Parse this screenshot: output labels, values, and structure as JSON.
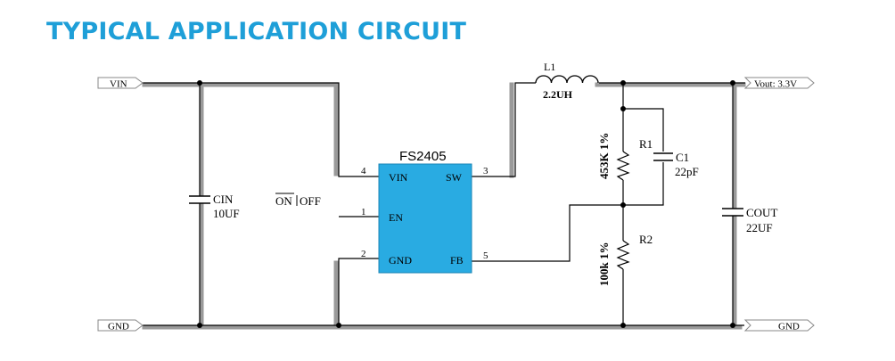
{
  "title": "TYPICAL APPLICATION CIRCUIT",
  "colors": {
    "title": "#1e9fd8",
    "chip": "#29abe2"
  },
  "ports": {
    "vin": "VIN",
    "gnd_left": "GND",
    "vout": "Vout: 3.3V",
    "gnd_right": "GND"
  },
  "chip": {
    "name": "FS2405",
    "pins": {
      "vin": "VIN",
      "sw": "SW",
      "en": "EN",
      "gnd": "GND",
      "fb": "FB",
      "num_vin": "4",
      "num_sw": "3",
      "num_en": "1",
      "num_gnd": "2",
      "num_fb": "5"
    }
  },
  "switch": {
    "on": "ON",
    "off": "OFF"
  },
  "components": {
    "cin": {
      "ref": "CIN",
      "value": "10UF"
    },
    "l1": {
      "ref": "L1",
      "value": "2.2UH"
    },
    "r1": {
      "ref": "R1",
      "value": "453K 1%"
    },
    "c1": {
      "ref": "C1",
      "value": "22pF"
    },
    "r2": {
      "ref": "R2",
      "value": "100k 1%"
    },
    "cout": {
      "ref": "COUT",
      "value": "22UF"
    }
  }
}
